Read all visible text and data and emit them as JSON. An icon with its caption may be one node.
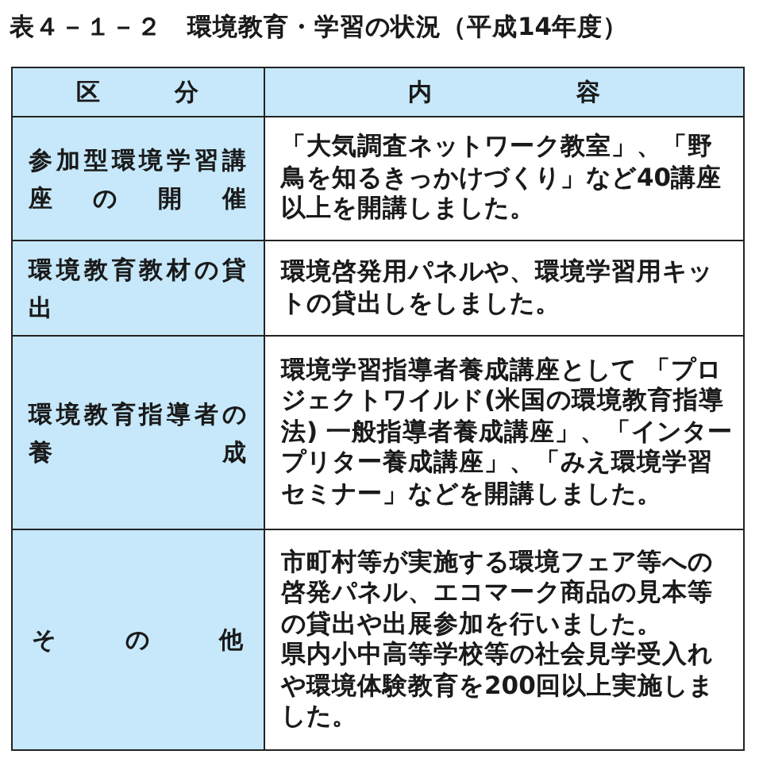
{
  "diagram": {
    "title": "表４－１－２　環境教育・学習の状況（平成14年度）",
    "labels": [
      "区　分",
      "内　容",
      "参加型環境学習講座の開催",
      "「大気調査ネットワーク教室」、「野鳥を知るきっかけづくり」など40講座以上を開講しました。",
      "環境教育教材の貸出",
      "環境啓発用パネルや、環境学習用キットの貸出しをしました。",
      "環境教育指導者の養成",
      "環境学習指導者養成講座として 「プロジェクトワイルド(米国の環境教育指導法) 一般指導者養成講座」、「インタープリター養成講座」、「みえ環境学習セミナー」などを開講しました。",
      "その他",
      "市町村等が実施する環境フェア等への啓発パネル、エコマーク商品の見本等の貸出や出展参加を行いました。",
      "県内小中高等学校等の社会見学受入れや環境体験教育を200回以上実施しました。"
    ]
  }
}
